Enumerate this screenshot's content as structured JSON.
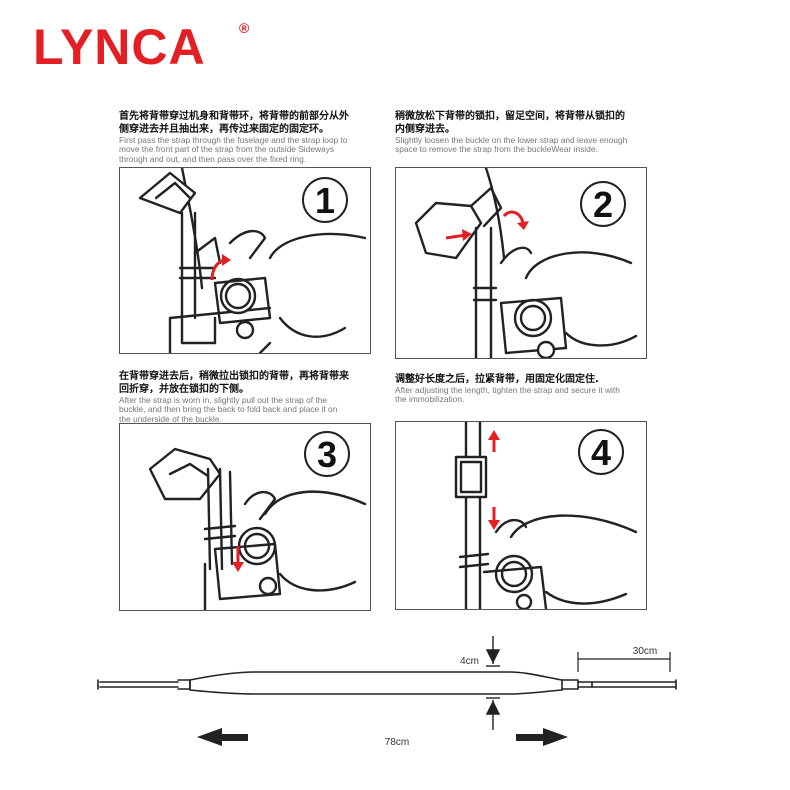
{
  "brand": {
    "name": "LYNCA",
    "mark": "®",
    "color": "#e41f23"
  },
  "steps": [
    {
      "number": "1",
      "zh": "首先将背带穿过机身和背带环，将背带的前部分从外\n侧穿进去并且抽出来，再传过来固定的固定环。",
      "en": "First pass the strap through the fuselage and the strap loop to\nmove the front part of the strap from the outside Sideways\nthrough and out, and then pass over the fixed ring."
    },
    {
      "number": "2",
      "zh": "稍微放松下背带的锁扣，留足空间，将背带从锁扣的\n内侧穿进去。",
      "en": "Slightly loosen the buckle on the lower strap and leave enough\nspace to remove the strap from the buckleWear inside."
    },
    {
      "number": "3",
      "zh": "在背带穿进去后，稍微拉出锁扣的背带，再将背带来\n回折穿，并放在锁扣的下侧。",
      "en": "After the strap is worn in, slightly pull out the strap of the\nbuckle, and then bring the back to fold back and place it on\nthe underside of the buckle."
    },
    {
      "number": "4",
      "zh": "调整好长度之后，拉紧背带，用固定化固定住.",
      "en": "After adjusting the length, tighten the strap and secure it with\nthe immobilization."
    }
  ],
  "dimensions": {
    "width": "4cm",
    "end_length": "30cm",
    "total_length": "78cm"
  },
  "colors": {
    "arrow": "#e41f23",
    "line": "#222222"
  }
}
